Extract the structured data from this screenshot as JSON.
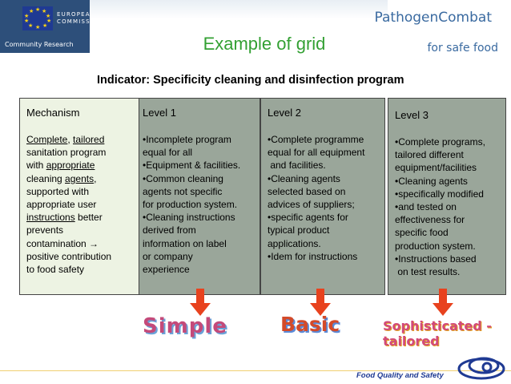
{
  "header": {
    "eu_line1": "EUROPEAN",
    "eu_line2": "COMMISSION",
    "eu_research": "Community Research",
    "brand_line1": "PathogenCombat",
    "brand_line2": "for safe food"
  },
  "title": "Example of grid",
  "indicator": "Indicator: Specificity cleaning and disinfection program",
  "columns": [
    {
      "head": "Mechanism",
      "lines": [
        {
          "a": "Complete",
          "b": ", ",
          "c": "tailored",
          "d": ""
        },
        {
          "a": "sanitation program",
          "b": "",
          "c": "",
          "d": ""
        },
        {
          "a": "with ",
          "b": "appropriate",
          "c": "",
          "d": ""
        },
        {
          "a": "cleaning ",
          "b": "agents",
          "c": ",",
          "d": ""
        },
        {
          "a": "supported with",
          "b": "",
          "c": "",
          "d": ""
        },
        {
          "a": "appropriate user",
          "b": "",
          "c": "",
          "d": ""
        },
        {
          "a": "instructions",
          "b": " better",
          "c": "",
          "d": ""
        },
        {
          "a": "prevents",
          "b": "",
          "c": "",
          "d": ""
        },
        {
          "a": "contamination ",
          "b": "→",
          "c": "",
          "d": ""
        },
        {
          "a": "positive contribution",
          "b": "",
          "c": "",
          "d": ""
        },
        {
          "a": "to food safety",
          "b": "",
          "c": "",
          "d": ""
        }
      ]
    },
    {
      "head": "Level 1",
      "lines": [
        "•Incomplete program",
        "equal for all",
        "•Equipment & facilities.",
        "•Common cleaning",
        "agents not specific",
        "for production system.",
        "•Cleaning instructions",
        "derived from",
        "information on label",
        "or company",
        "experience"
      ]
    },
    {
      "head": "Level 2",
      "lines": [
        "•Complete programme",
        "equal for all equipment",
        " and facilities.",
        "•Cleaning agents",
        "selected based on",
        "advices of suppliers;",
        "•specific agents for",
        "typical product",
        "applications.",
        "•Idem for instructions"
      ]
    },
    {
      "head": "Level 3",
      "lines": [
        "•Complete programs,",
        "tailored different",
        "equipment/facilities",
        "•Cleaning agents",
        "•specifically modified",
        "•and tested on",
        "effectiveness for",
        "specific food",
        "production system.",
        "•Instructions based",
        " on test results."
      ]
    }
  ],
  "ratings": {
    "simple": "Simple",
    "basic": "Basic",
    "sophisticated": "Sophisticated - tailored"
  },
  "footer": "Food Quality and Safety",
  "colors": {
    "title_green": "#33a033",
    "arrow_red": "#e8421e",
    "level_gray": "#9aa69a",
    "mechanism_bg": "#edf3e3"
  }
}
